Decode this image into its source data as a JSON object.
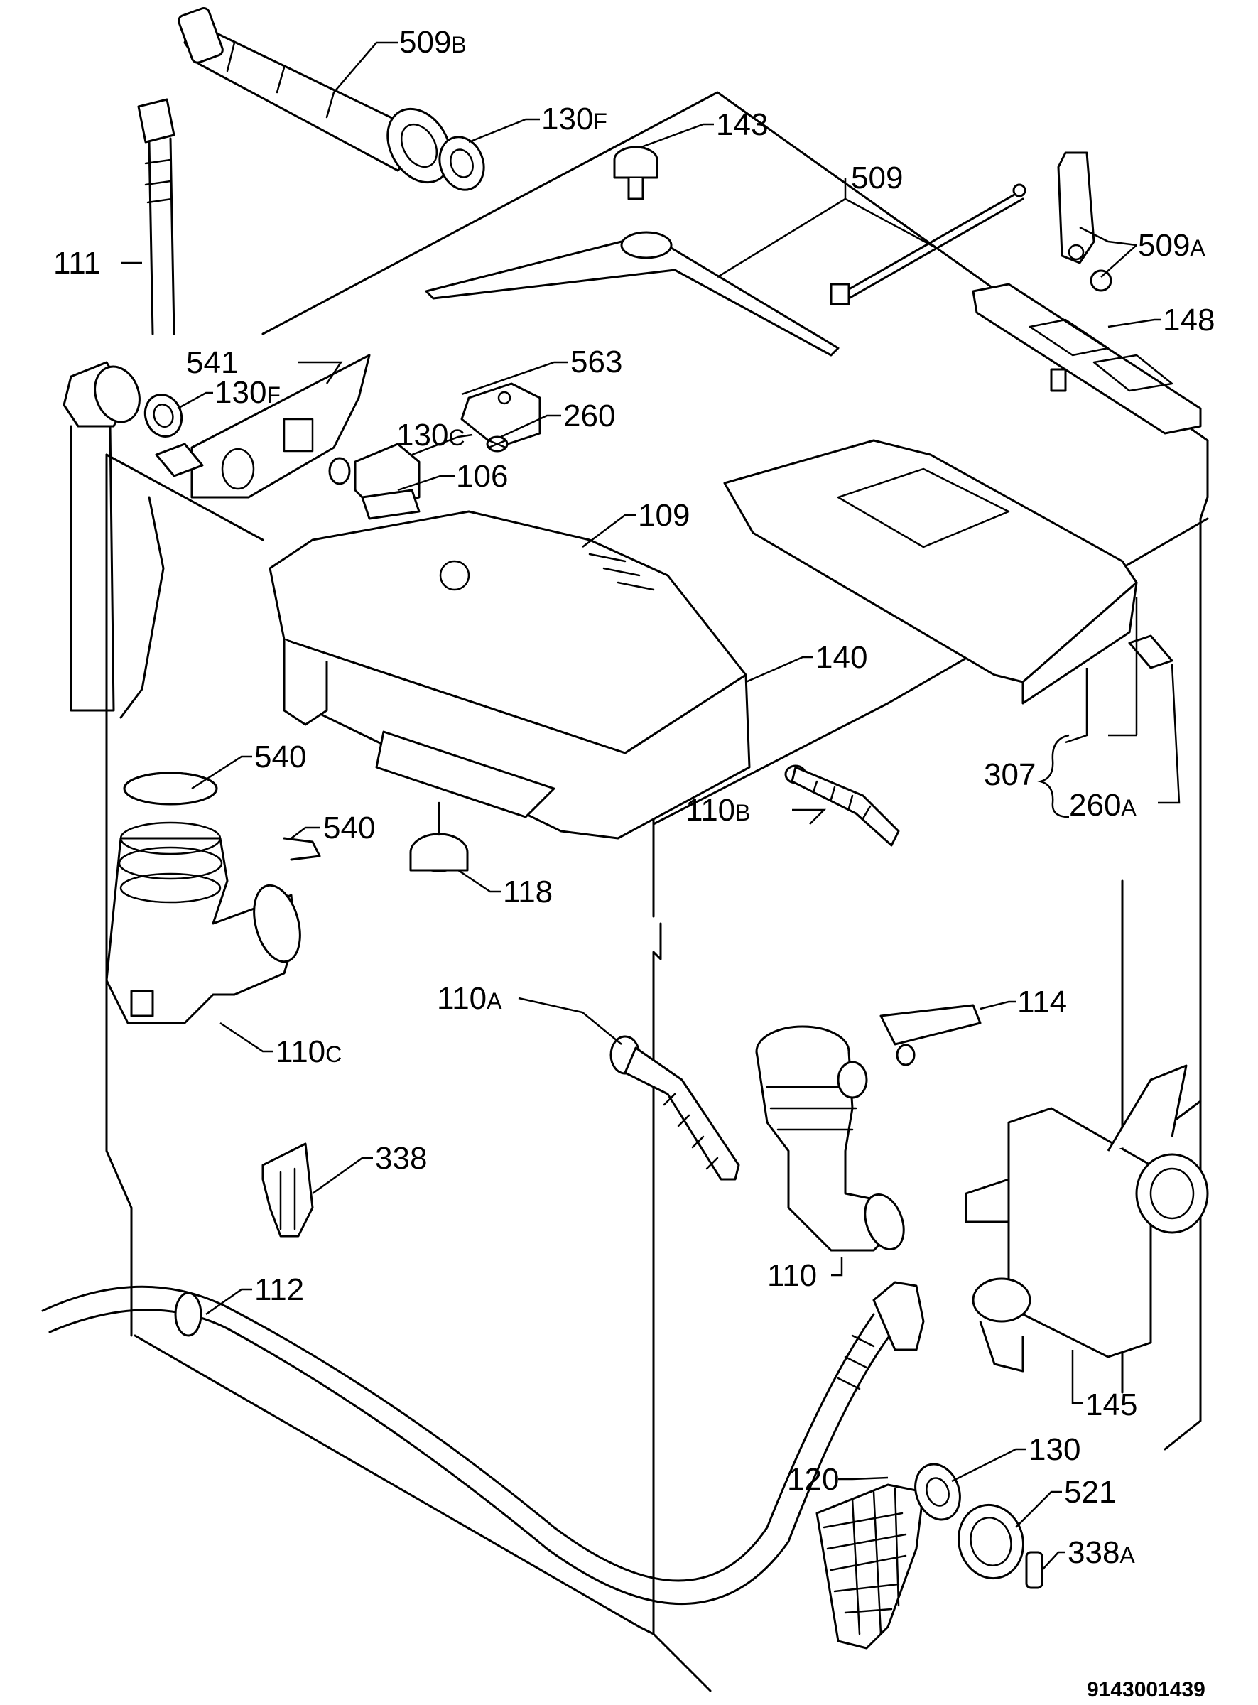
{
  "labels": {
    "l509b": {
      "num": "509",
      "suffix": "B"
    },
    "l130f_top": {
      "num": "130",
      "suffix": "F"
    },
    "l143": {
      "num": "143",
      "suffix": ""
    },
    "l509": {
      "num": "509",
      "suffix": ""
    },
    "l509a": {
      "num": "509",
      "suffix": "A"
    },
    "l111": {
      "num": "111",
      "suffix": ""
    },
    "l148": {
      "num": "148",
      "suffix": ""
    },
    "l541": {
      "num": "541",
      "suffix": ""
    },
    "l130f_mid": {
      "num": "130",
      "suffix": "F"
    },
    "l563": {
      "num": "563",
      "suffix": ""
    },
    "l260": {
      "num": "260",
      "suffix": ""
    },
    "l130c": {
      "num": "130",
      "suffix": "C"
    },
    "l106": {
      "num": "106",
      "suffix": ""
    },
    "l109": {
      "num": "109",
      "suffix": ""
    },
    "l140": {
      "num": "140",
      "suffix": ""
    },
    "l540a": {
      "num": "540",
      "suffix": ""
    },
    "l540b": {
      "num": "540",
      "suffix": ""
    },
    "l307": {
      "num": "307",
      "suffix": ""
    },
    "l260a": {
      "num": "260",
      "suffix": "A"
    },
    "l110b": {
      "num": "110",
      "suffix": "B"
    },
    "l118": {
      "num": "118",
      "suffix": ""
    },
    "l110c": {
      "num": "110",
      "suffix": "C"
    },
    "l110a": {
      "num": "110",
      "suffix": "A"
    },
    "l114": {
      "num": "114",
      "suffix": ""
    },
    "l338": {
      "num": "338",
      "suffix": ""
    },
    "l110": {
      "num": "110",
      "suffix": ""
    },
    "l112": {
      "num": "112",
      "suffix": ""
    },
    "l145": {
      "num": "145",
      "suffix": ""
    },
    "l130": {
      "num": "130",
      "suffix": ""
    },
    "l120": {
      "num": "120",
      "suffix": ""
    },
    "l521": {
      "num": "521",
      "suffix": ""
    },
    "l338a": {
      "num": "338",
      "suffix": "A"
    }
  },
  "drawing_code": "9143001439"
}
